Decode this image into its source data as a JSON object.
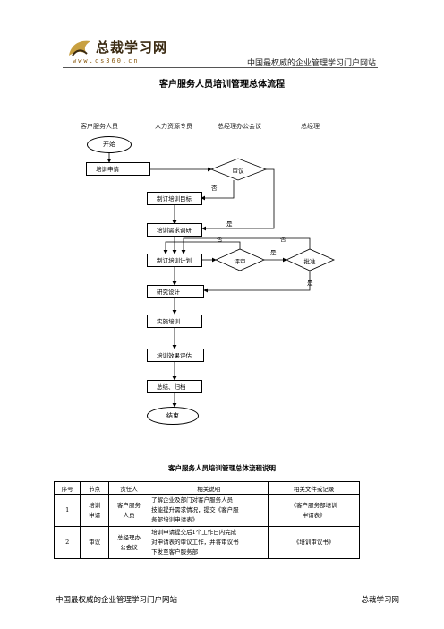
{
  "header": {
    "logo_text": "总裁学习网",
    "logo_url": "www.cs360.cn",
    "tagline": "中国最权威的企业管理学习门户网站"
  },
  "title": "客户服务人员培训管理总体流程",
  "lanes": [
    "客户服务人员",
    "人力资源专员",
    "总经理办公会议",
    "总经理"
  ],
  "flow": {
    "start": "开始",
    "end": "结束",
    "steps": {
      "apply": "培训申请",
      "revise_goal": "制订培训目标",
      "survey": "培训需求调研",
      "plan": "制订培训计划",
      "design": "研究设计",
      "implement": "实施培训",
      "evaluate": "培训效果评估",
      "archive": "总结、归档"
    },
    "decisions": {
      "review": "审议",
      "assess": "评审",
      "approve": "批准"
    },
    "edge_labels": {
      "no": "否",
      "yes": "是"
    }
  },
  "table": {
    "title": "客户服务人员培训管理总体流程说明",
    "headers": [
      "序号",
      "节点",
      "责任人",
      "相关说明",
      "相关文件或记录"
    ],
    "rows": [
      {
        "num": "1",
        "node": [
          "培训",
          "申请"
        ],
        "owner": [
          "客户服务",
          "人员"
        ],
        "desc": [
          "了解企业及部门对客户服务人员",
          "技能提升需求情况，提交《客户服",
          "务部培训申请表》"
        ],
        "docs": [
          "《客户服务部培训",
          "申请表》"
        ]
      },
      {
        "num": "2",
        "node": [
          "审议"
        ],
        "owner": [
          "总经理办",
          "公会议"
        ],
        "desc": [
          "培训申请提交后1个工作日内完成",
          "对申请表的审议工作，并将审议书",
          "下发至客户服务部"
        ],
        "docs": [
          "《培训审议书》"
        ]
      }
    ]
  },
  "footer": {
    "left": "中国最权威的企业管理学习门户网站",
    "right": "总裁学习网"
  },
  "colors": {
    "logo_brown": "#3a2a12",
    "logo_gold": "#c8a040"
  }
}
